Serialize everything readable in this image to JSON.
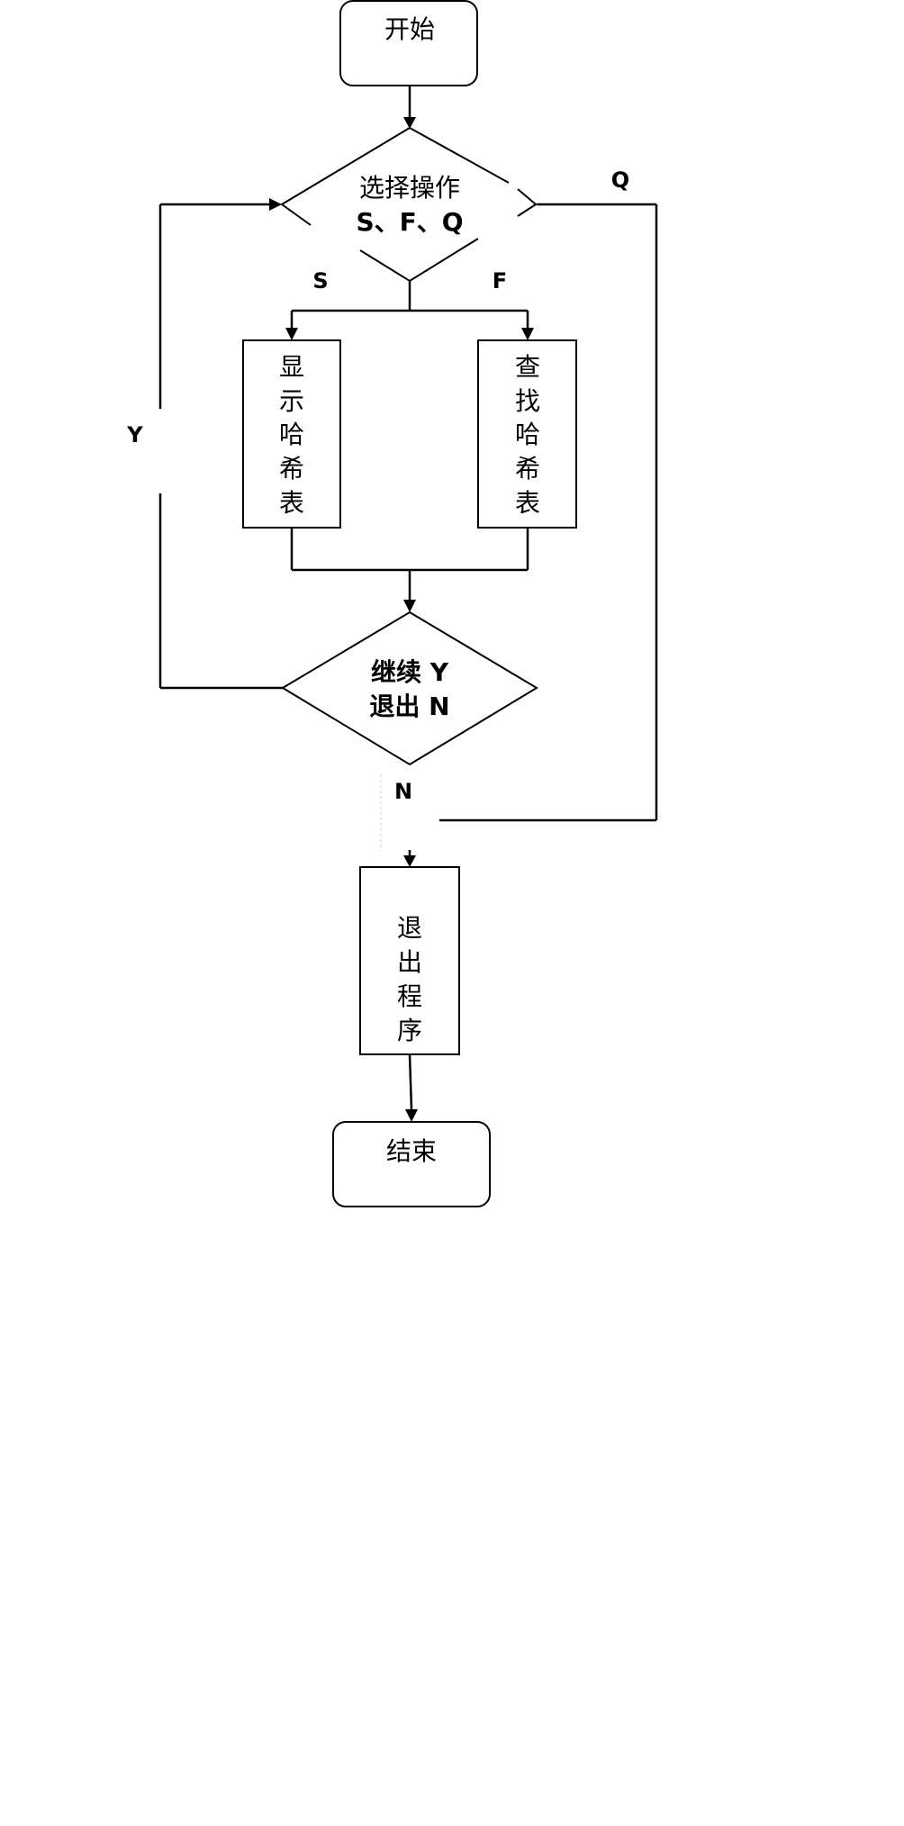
{
  "nodes": {
    "start": {
      "label": "开始"
    },
    "choose_op": {
      "line1": "选择操作",
      "line2": "S、F、Q"
    },
    "show_hash": {
      "chars": [
        "显",
        "示",
        "哈",
        "希",
        "表"
      ]
    },
    "find_hash": {
      "chars": [
        "查",
        "找",
        "哈",
        "希",
        "表"
      ]
    },
    "continue_exit": {
      "line1": "继续 Y",
      "line2": "退出 N"
    },
    "exit_program": {
      "chars": [
        "退",
        "出",
        "程",
        "序"
      ]
    },
    "end": {
      "label": "结束"
    }
  },
  "edges": {
    "s": "S",
    "f": "F",
    "q": "Q",
    "y": "Y",
    "n": "N"
  },
  "colors": {
    "stroke": "#000000",
    "background": "#ffffff"
  }
}
